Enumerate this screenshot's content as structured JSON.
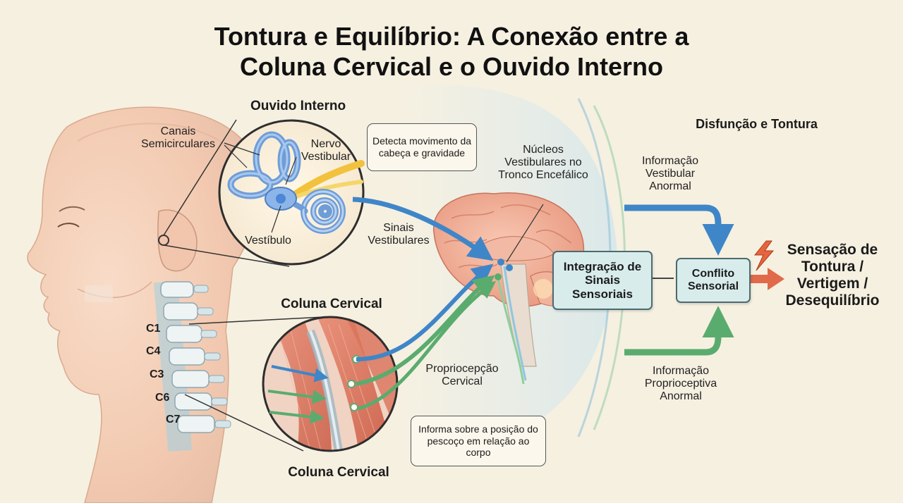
{
  "title": {
    "line1": "Tontura e Equilíbrio: A Conexão entre a",
    "line2": "Coluna Cervical e o Ouvido Interno"
  },
  "inner_ear": {
    "heading": "Ouvido Interno",
    "label_canals": "Canais Semicirculares",
    "label_nerve": "Nervo Vestibular",
    "label_vestibule": "Vestíbulo",
    "note": "Detecta movimento da cabeça e gravidade"
  },
  "brain": {
    "nuclei_label": "Núcleos Vestibulares no Tronco Encefálico",
    "vestibular_signals": "Sinais Vestibulares",
    "proprioception": "Propriocepção Cervical"
  },
  "cervical": {
    "heading_top": "Coluna Cervical",
    "heading_bottom": "Coluna Cervical",
    "note": "Informa sobre a posição do pescoço em relação ao corpo",
    "vertebrae": [
      "C1",
      "C4",
      "C3",
      "C6",
      "C7"
    ]
  },
  "integration": {
    "label": "Integração de Sinais Sensoriais"
  },
  "dysfunction": {
    "heading": "Disfunção e Tontura",
    "abnormal_vestibular": "Informação Vestibular Anormal",
    "abnormal_proprioceptive": "Informação Proprioceptiva Anormal",
    "conflict": "Conflito Sensorial",
    "outcome": "Sensação de Tontura / Vertigem / Desequilíbrio"
  },
  "colors": {
    "background": "#f6f0e1",
    "vestibular_arrow": "#3f86c8",
    "proprioceptive_arrow": "#5aac6e",
    "outcome_arrow": "#e06a4a",
    "node_fill": "#d8ecec"
  }
}
